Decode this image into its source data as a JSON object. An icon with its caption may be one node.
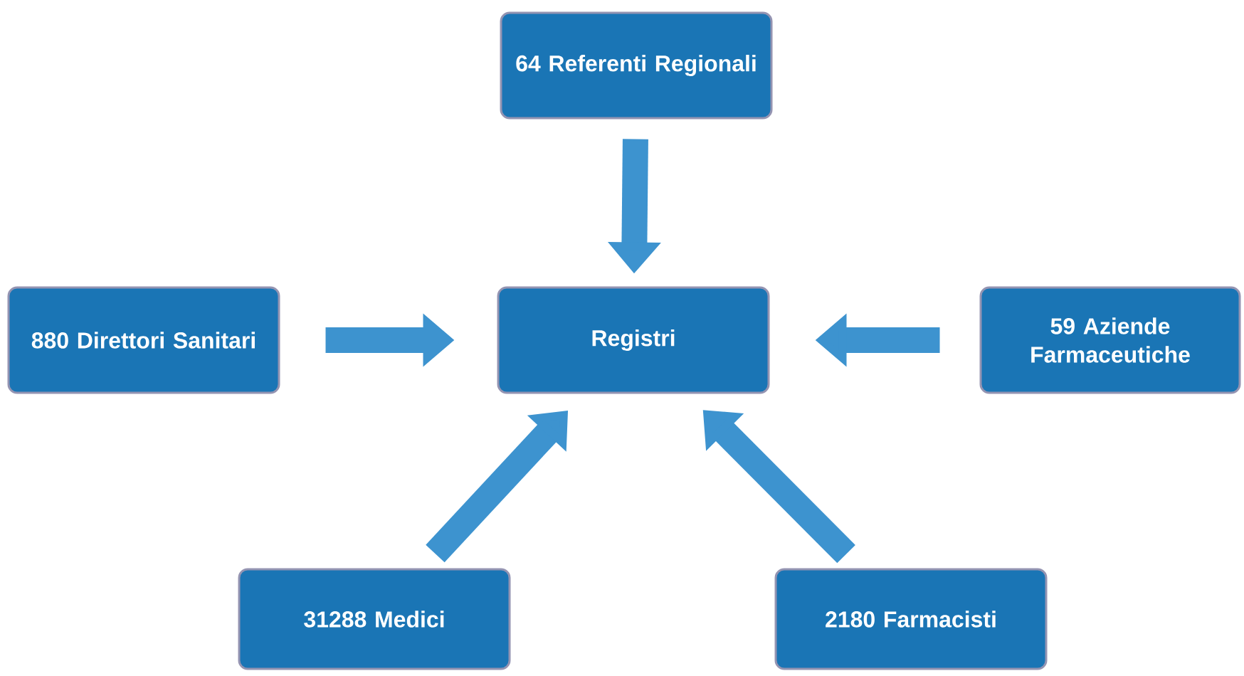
{
  "diagram": {
    "nodes": [
      {
        "text": [
          "64 Referenti Regionali"
        ]
      },
      {
        "text": [
          "880 Direttori Sanitari"
        ]
      },
      {
        "text": [
          "Registri"
        ]
      },
      {
        "text": [
          "59 Aziende Farmaceutiche"
        ]
      },
      {
        "text": [
          "31288 Medici"
        ]
      },
      {
        "text": [
          "2180 Farmacisti"
        ]
      }
    ],
    "edges": [
      {
        "from": 0,
        "to": 2,
        "arrow": "to"
      },
      {
        "from": 1,
        "to": 2,
        "arrow": "to"
      },
      {
        "from": 3,
        "to": 2,
        "arrow": "to"
      },
      {
        "from": 4,
        "to": 2,
        "arrow": "to"
      },
      {
        "from": 5,
        "to": 2,
        "arrow": "to"
      }
    ]
  }
}
